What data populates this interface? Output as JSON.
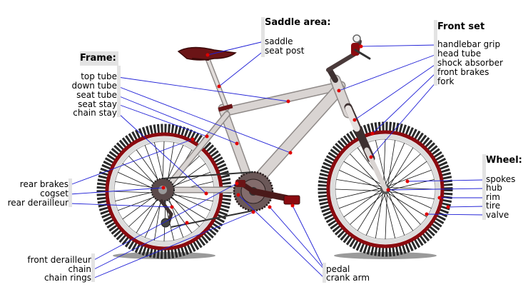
{
  "headings": {
    "frame": "Frame:",
    "saddle_area": "Saddle area:",
    "front_set": "Front set",
    "wheel": "Wheel:"
  },
  "labels": {
    "saddle": "saddle",
    "seat_post": "seat post",
    "handlebar_grip": "handlebar grip",
    "head_tube": "head tube",
    "shock_absorber": "shock absorber",
    "front_brakes": "front brakes",
    "fork": "fork",
    "top_tube": "top tube",
    "down_tube": "down tube",
    "seat_tube": "seat tube",
    "seat_stay": "seat stay",
    "chain_stay": "chain stay",
    "rear_brakes": "rear brakes",
    "cogset": "cogset",
    "rear_derailleur": "rear derailleur",
    "front_derailleur": "front derailleur",
    "chain": "chain",
    "chain_rings": "chain rings",
    "pedal": "pedal",
    "crank_arm": "crank arm",
    "spokes": "spokes",
    "hub": "hub",
    "rim": "rim",
    "tire": "tire",
    "valve": "valve"
  },
  "colors": {
    "leader_line": "#1f1fd6",
    "marker": "#e00000",
    "tire": "#2a2a2a",
    "rim_red": "#8b0b10",
    "rim_silver": "#dcdcdc",
    "frame": "#cfcac8",
    "saddle": "#6b1416",
    "label_bar": "#e3e3e3"
  }
}
